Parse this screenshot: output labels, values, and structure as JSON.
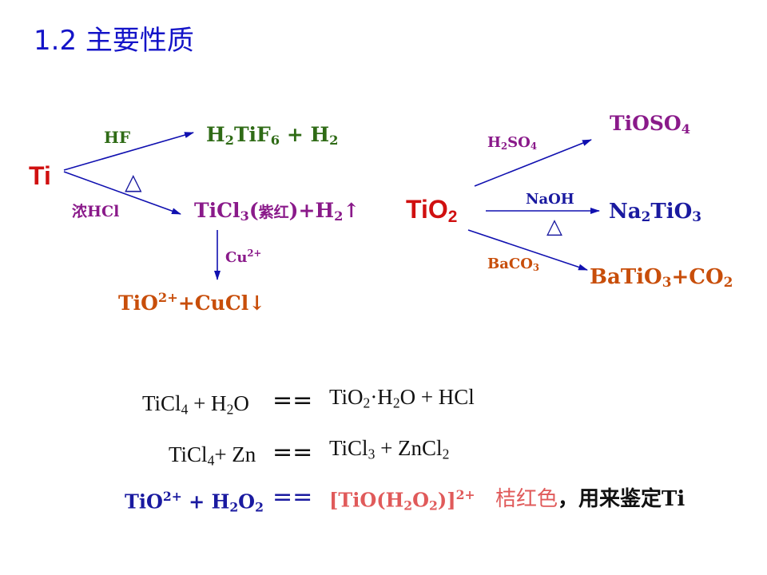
{
  "colors": {
    "title": "#1414c8",
    "ti": "#d01010",
    "green": "#2f6b16",
    "purple": "#8a1a8a",
    "orange": "#c84e0a",
    "navy": "#1a1aa0",
    "arrow": "#1010b0",
    "pink": "#e05a5a",
    "dark": "#111111"
  },
  "title": "1.2 主要性质",
  "ti_section": {
    "ti": "Ti",
    "hf_label": "HF",
    "h2tif6": "H",
    "h2tif6_sub1": "2",
    "h2tif6_mid": "TiF",
    "h2tif6_sub2": "6",
    "h2tif6_tail": " + H",
    "h2tif6_sub3": "2",
    "heat1": "△",
    "hcl_label": "浓HCl",
    "ticl3": "TiCl",
    "ticl3_sub": "3",
    "ticl3_paren_open": "(",
    "ticl3_color": "紫红",
    "ticl3_tail": ")+H",
    "ticl3_sub2": "2",
    "ticl3_arrow": "↑",
    "cu_label": "Cu",
    "cu_sup": "2+",
    "tio_cucl": "TiO",
    "tio_cucl_sup": "2+",
    "tio_cucl_tail": "+CuCl↓"
  },
  "tio2_section": {
    "tio2": "TiO",
    "tio2_sub": "2",
    "h2so4": "H",
    "h2so4_sub1": "2",
    "h2so4_mid": "SO",
    "h2so4_sub2": "4",
    "tioso4": "TiOSO",
    "tioso4_sub": "4",
    "naoh": "NaOH",
    "heat2": "△",
    "na2tio3_a": "Na",
    "na2tio3_sub1": "2",
    "na2tio3_b": "TiO",
    "na2tio3_sub2": "3",
    "baco3": "BaCO",
    "baco3_sub": "3",
    "batio3_a": "BaTiO",
    "batio3_sub1": "3",
    "batio3_b": "+CO",
    "batio3_sub2": "2"
  },
  "equations": {
    "eq1_left": "TiCl",
    "eq1_left_sub": "4",
    "eq1_left_tail": " + H",
    "eq1_left_sub2": "2",
    "eq1_left_tail2": "O",
    "eq1_sign": "==",
    "eq1_right": "TiO",
    "eq1_right_sub": "2",
    "eq1_right_mid": "·H",
    "eq1_right_sub2": "2",
    "eq1_right_tail": "O + HCl",
    "eq2_left": "TiCl",
    "eq2_left_sub": "4",
    "eq2_left_tail": "+ Zn",
    "eq2_sign": "==",
    "eq2_right": "TiCl",
    "eq2_right_sub": "3",
    "eq2_right_mid": " + ZnCl",
    "eq2_right_sub2": "2",
    "eq3_left": "TiO",
    "eq3_left_sup": "2+",
    "eq3_left_tail": " + H",
    "eq3_left_sub": "2",
    "eq3_left_tail2": "O",
    "eq3_left_sub2": "2",
    "eq3_sign": "==",
    "eq3_right": "[TiO(H",
    "eq3_right_sub": "2",
    "eq3_right_mid": "O",
    "eq3_right_sub2": "2",
    "eq3_right_tail": ")]",
    "eq3_right_sup": "2+",
    "eq3_color": "桔红色",
    "eq3_note": "，用来鉴定Ti"
  }
}
